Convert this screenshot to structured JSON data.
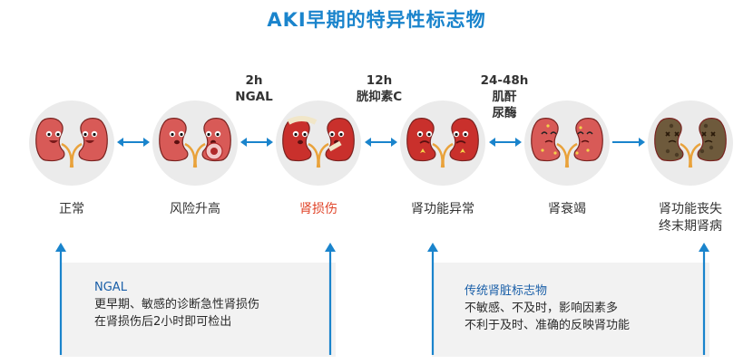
{
  "title": "AKI早期的特异性标志物",
  "markers": [
    {
      "time": "2h",
      "name": "NGAL"
    },
    {
      "time": "12h",
      "name": "胱抑素C"
    },
    {
      "time": "24-48h",
      "name": "肌酐",
      "name2": "尿酶"
    }
  ],
  "stages": [
    {
      "label": "正常",
      "face": "happy"
    },
    {
      "label": "风险升高",
      "face": "worried"
    },
    {
      "label": "肾损伤",
      "face": "bandaged"
    },
    {
      "label": "肾功能异常",
      "face": "sick"
    },
    {
      "label": "肾衰竭",
      "face": "dizzy"
    },
    {
      "label": "肾功能丧失",
      "label2": "终末期肾病",
      "face": "dead"
    }
  ],
  "panels": {
    "left": {
      "title": "NGAL",
      "lines": [
        "更早期、敏感的诊断急性肾损伤",
        "在肾损伤后2小时即可检出"
      ]
    },
    "right": {
      "title": "传统肾脏标志物",
      "lines": [
        "不敏感、不及时，影响因素多",
        "不利于及时、准确的反映肾功能"
      ]
    }
  },
  "colors": {
    "title": "#1a84cc",
    "arrow": "#1a84cc",
    "kidney_healthy": "#d85a57",
    "kidney_injured": "#c9302c",
    "kidney_dead": "#6e5a3c",
    "highlight_label": "#e0452a"
  }
}
